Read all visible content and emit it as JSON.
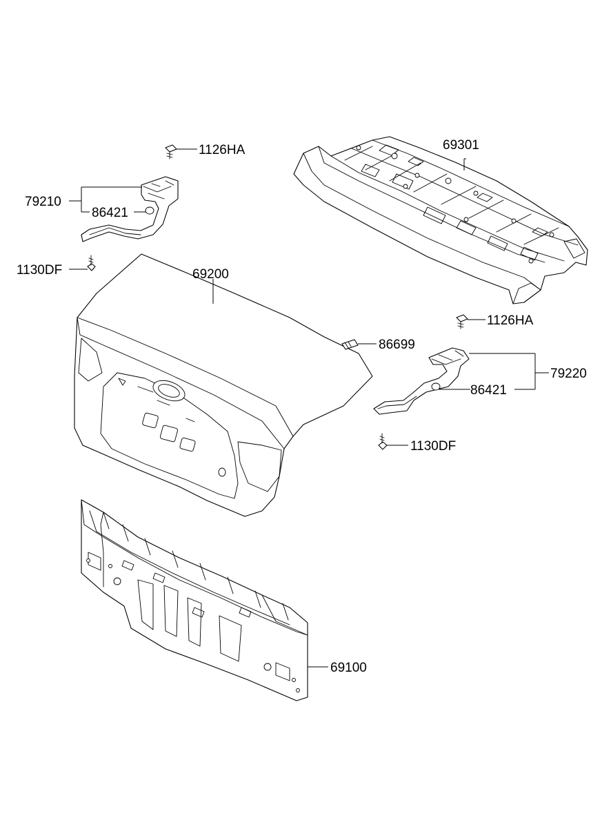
{
  "parts": {
    "rear_package_tray": "69301",
    "upper_bolt_left": "1126HA",
    "hinge_assy_left": "79210",
    "bumper_left": "86421",
    "lower_bolt_left": "1130DF",
    "trunk_lid": "69200",
    "stopper": "86699",
    "upper_bolt_right": "1126HA",
    "hinge_assy_right": "79220",
    "bumper_right": "86421",
    "lower_bolt_right": "1130DF",
    "back_panel": "69100"
  }
}
